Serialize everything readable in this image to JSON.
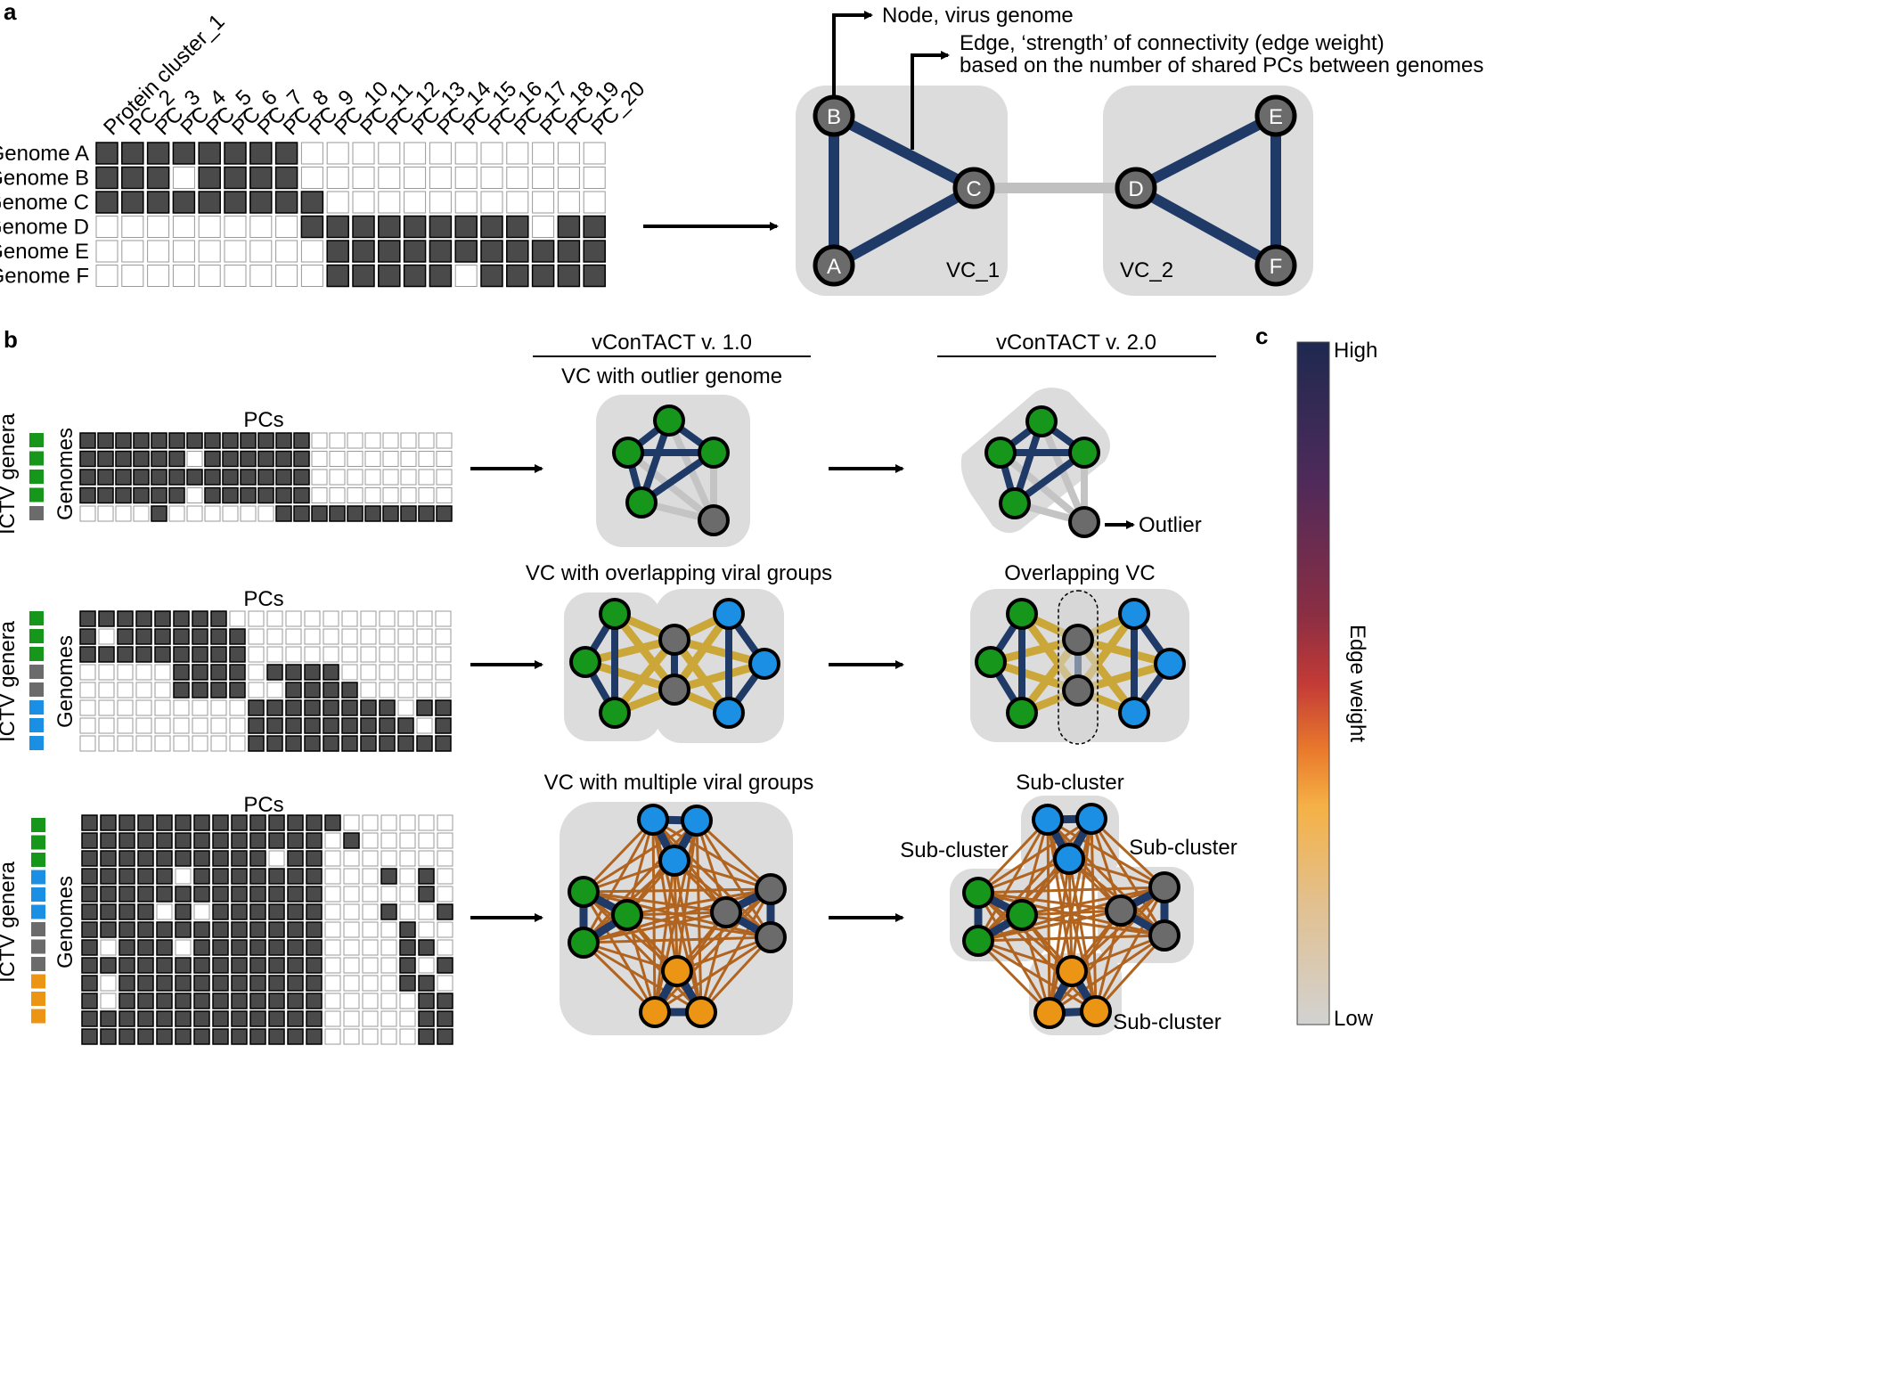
{
  "panel_labels": {
    "a": "a",
    "b": "b",
    "c": "c"
  },
  "colors": {
    "filled": "#4a4a4a",
    "cell_stroke": "#000000",
    "empty": "#ffffff",
    "empty_stroke": "#9a9a9a",
    "node_grey": "#6b6b6b",
    "edge_strong": "#1f3a66",
    "edge_weak": "#c4c4c4",
    "edge_mid": "#c9a227",
    "edge_brown": "#b0641f",
    "cluster_bg": "#dcdcdc",
    "green": "#16961b",
    "blue": "#1a8fe3",
    "orange": "#ec9514"
  },
  "panel_a": {
    "columns": [
      "Protein cluster_1",
      "PC_2",
      "PC_3",
      "PC_4",
      "PC_5",
      "PC_6",
      "PC_7",
      "PC_8",
      "PC_9",
      "PC_10",
      "PC_11",
      "PC_12",
      "PC_13",
      "PC_14",
      "PC_15",
      "PC_16",
      "PC_17",
      "PC_18",
      "PC_19",
      "PC_20"
    ],
    "rows": [
      {
        "label": "Genome A",
        "cells": "11111111000000000000"
      },
      {
        "label": "Genome B",
        "cells": "11101111000000000000"
      },
      {
        "label": "Genome C",
        "cells": "11111111100000000000"
      },
      {
        "label": "Genome D",
        "cells": "00000000111111111011"
      },
      {
        "label": "Genome E",
        "cells": "00000000011111111111"
      },
      {
        "label": "Genome F",
        "cells": "00000000011111011111"
      }
    ],
    "nodes": [
      "A",
      "B",
      "C",
      "D",
      "E",
      "F"
    ],
    "vc_labels": [
      "VC_1",
      "VC_2"
    ],
    "annotation_node": "Node, virus genome",
    "annotation_edge_line1": "Edge, ‘strength’ of connectivity (edge weight)",
    "annotation_edge_line2": "based on the number of shared PCs between genomes"
  },
  "panel_b": {
    "header_v1": "vConTACT v. 1.0",
    "header_v2": "vConTACT v. 2.0",
    "axis_pcs": "PCs",
    "axis_genomes": "Genomes",
    "axis_genera": "ICTV genera",
    "row1": {
      "title_v1": "VC with outlier genome",
      "outlier_label": "Outlier",
      "genera": [
        "green",
        "green",
        "green",
        "green",
        "grey"
      ],
      "matrix": [
        "111111111111100000000",
        "111111011111100000000",
        "111111111111100000000",
        "111111011111100000000",
        "000010000001111111111"
      ]
    },
    "row2": {
      "title_v1": "VC with overlapping viral groups",
      "title_v2": "Overlapping VC",
      "genera": [
        "green",
        "green",
        "green",
        "grey",
        "grey",
        "blue",
        "blue",
        "blue"
      ],
      "matrix": [
        "11111111000000000000",
        "10111111100000000000",
        "11111111100000000000",
        "00000111101111000000",
        "00000111100111100000",
        "00000000011111111011",
        "00000000011111111101",
        "00000000011111111111"
      ]
    },
    "row3": {
      "title_v1": "VC with multiple viral groups",
      "sub_cluster": "Sub-cluster",
      "genera": [
        "green",
        "green",
        "green",
        "blue",
        "blue",
        "blue",
        "grey",
        "grey",
        "grey",
        "orange",
        "orange",
        "orange"
      ],
      "matrix": [
        "11111111111111000000",
        "11111111111110100000",
        "11111111110110000000",
        "11111011111110001010",
        "11111111111110000010",
        "11110101111110001001",
        "11111111111110000100",
        "10111011111110000110",
        "11111111111110000101",
        "10111111111110000110",
        "10111111111110000011",
        "11111111111110000011",
        "11111111111110000011"
      ]
    }
  },
  "panel_c": {
    "high": "High",
    "low": "Low",
    "title": "Edge weight"
  }
}
